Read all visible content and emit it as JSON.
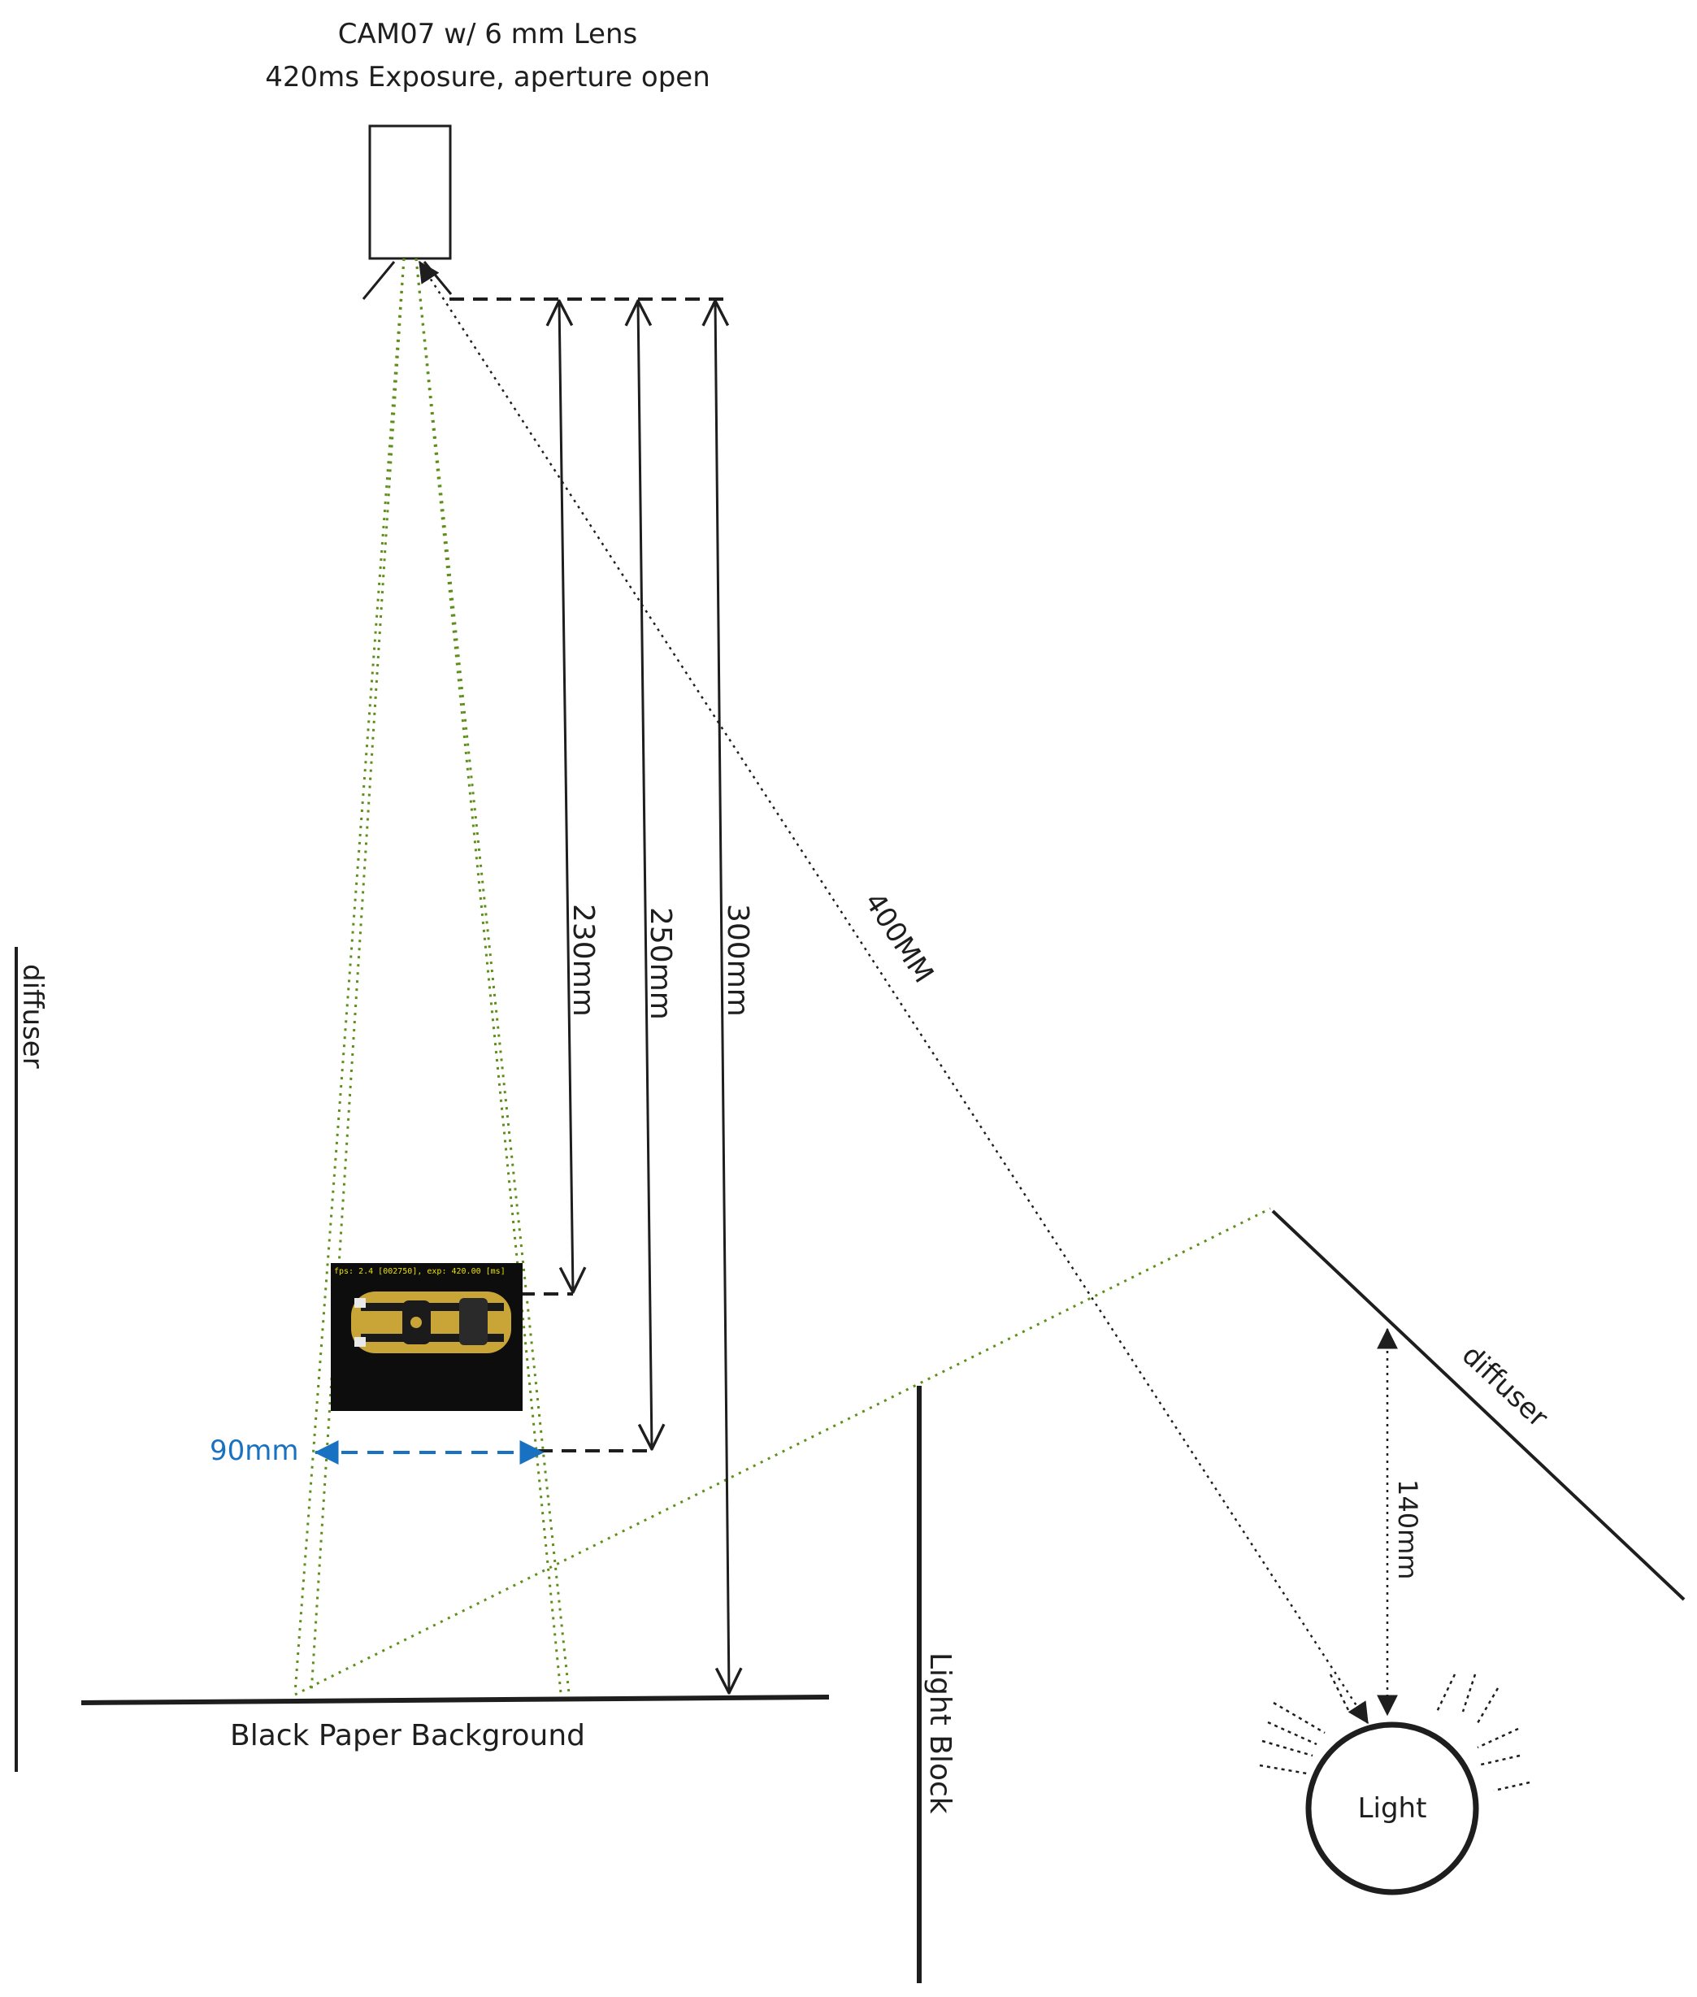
{
  "camera": {
    "title_line1": "CAM07 w/ 6 mm Lens",
    "title_line2": "420ms Exposure, aperture open"
  },
  "labels": {
    "diffuser_left": "diffuser",
    "diffuser_right": "diffuser",
    "background": "Black Paper Background",
    "light_block": "Light Block",
    "light": "Light"
  },
  "dimensions": {
    "d230": "230mm",
    "d250": "250mm",
    "d300": "300mm",
    "d400": "400MM",
    "d140": "140mm",
    "d90": "90mm"
  },
  "capture": {
    "overlay_text": "fps:  2.4 [002750], exp: 420.00 [ms]"
  },
  "colors": {
    "stroke": "#1e1e1e",
    "fov_green": "#5f8f1a",
    "width_blue": "#1971c2",
    "overlay_yellow": "#e8e000",
    "car_gold": "#c9a537",
    "capture_bg": "#0d0d0d"
  }
}
